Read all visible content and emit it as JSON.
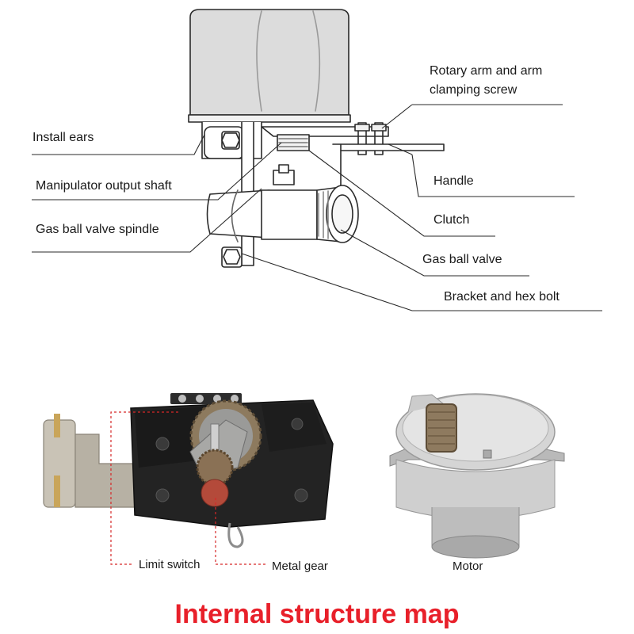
{
  "labels": {
    "install_ears": "Install ears",
    "manipulator_output_shaft": "Manipulator output shaft",
    "gas_ball_valve_spindle": "Gas ball valve spindle",
    "rotary_arm_line1": "Rotary arm and arm",
    "rotary_arm_line2": "clamping screw",
    "handle": "Handle",
    "clutch": "Clutch",
    "gas_ball_valve": "Gas ball valve",
    "bracket_hex_bolt": "Bracket and hex bolt",
    "limit_switch": "Limit switch",
    "metal_gear": "Metal gear",
    "motor": "Motor"
  },
  "title": "Internal structure map",
  "colors": {
    "title": "#e8202a",
    "leader_red": "#d62828",
    "ink": "#1a1a1a"
  }
}
